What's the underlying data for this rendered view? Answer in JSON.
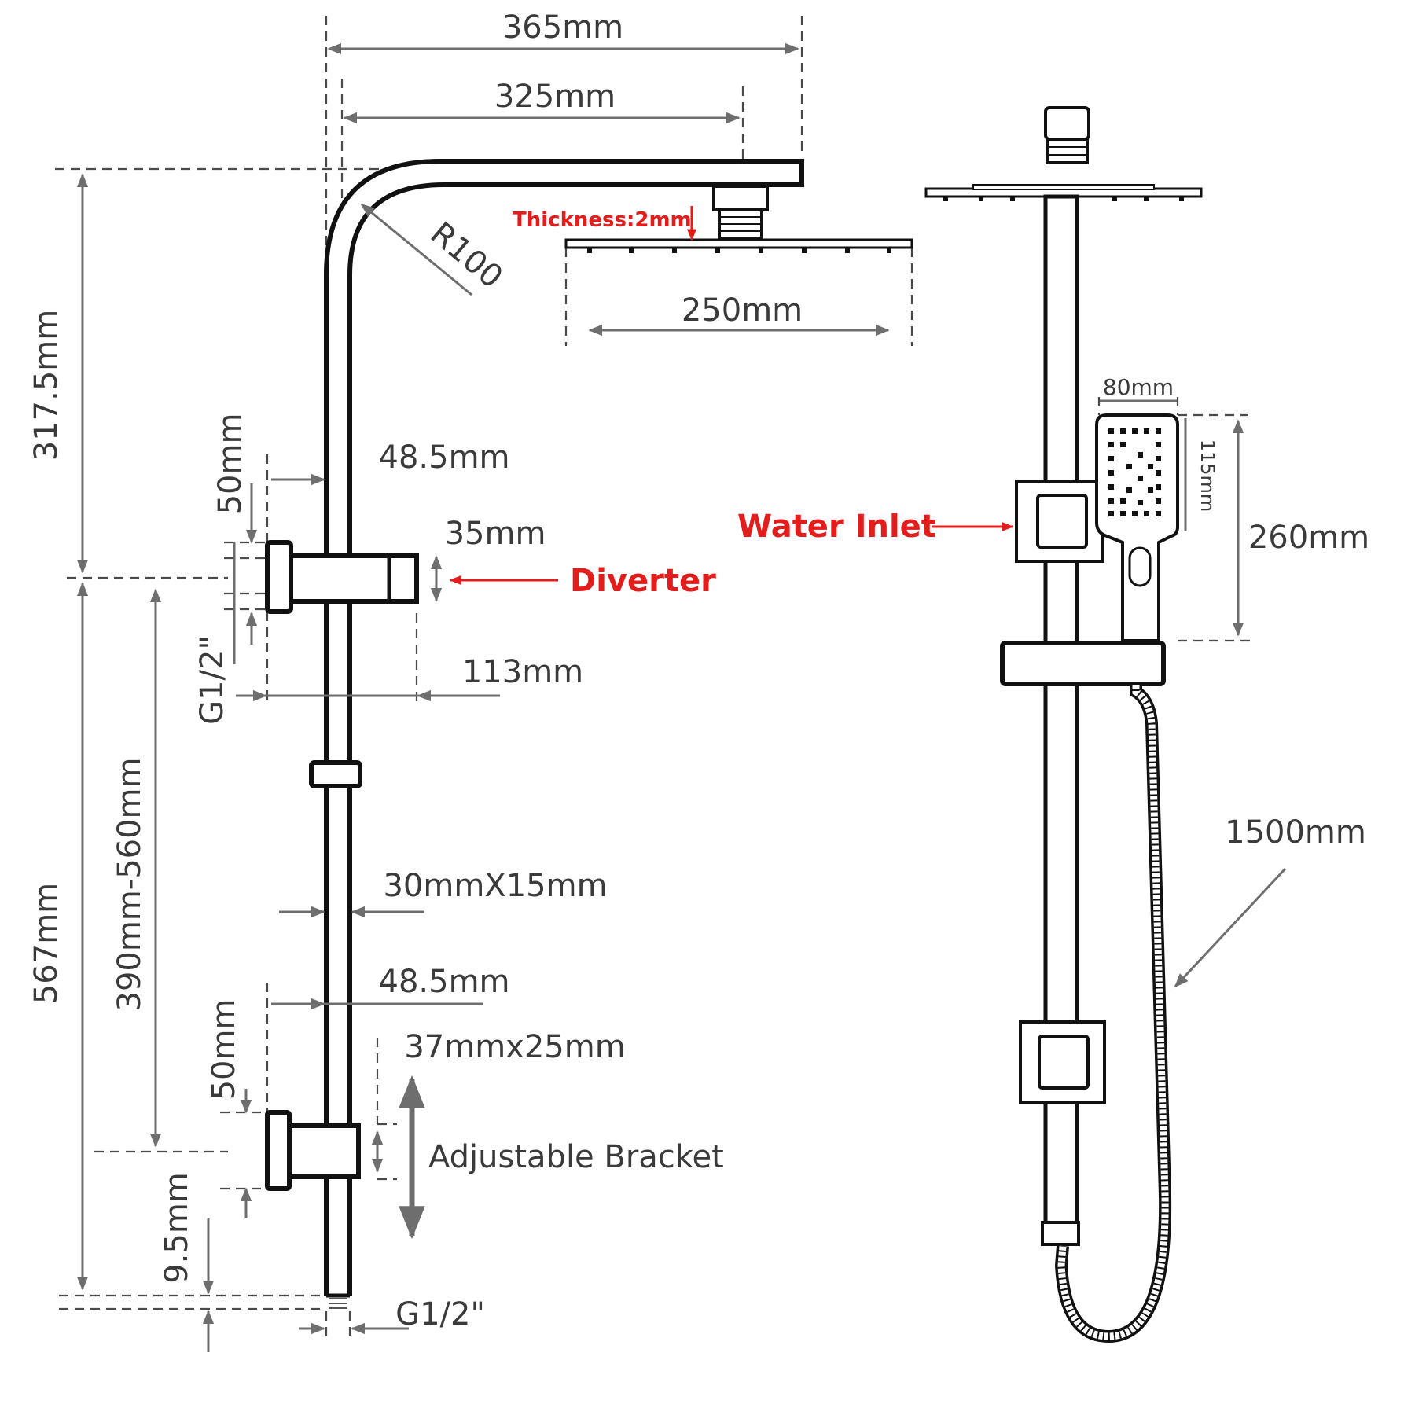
{
  "labels": {
    "d365": "365mm",
    "d325": "325mm",
    "thickness": "Thickness:2mm",
    "r100": "R100",
    "d250": "250mm",
    "d317": "317.5mm",
    "d50a": "50mm",
    "d485a": "48.5mm",
    "d35": "35mm",
    "diverter": "Diverter",
    "g12a": "G1/2\"",
    "d113": "113mm",
    "d567": "567mm",
    "d390": "390mm-560mm",
    "d3015": "30mmX15mm",
    "d485b": "48.5mm",
    "d50b": "50mm",
    "d3725": "37mmx25mm",
    "bracket": "Adjustable Bracket",
    "d95": "9.5mm",
    "g12b": "G1/2\"",
    "water_inlet": "Water Inlet",
    "d80": "80mm",
    "d115": "115mm",
    "d260": "260mm",
    "d1500": "1500mm"
  },
  "colors": {
    "annotation": "#e31c1c",
    "dimension": "#3a3a3a",
    "outline": "#111111"
  }
}
